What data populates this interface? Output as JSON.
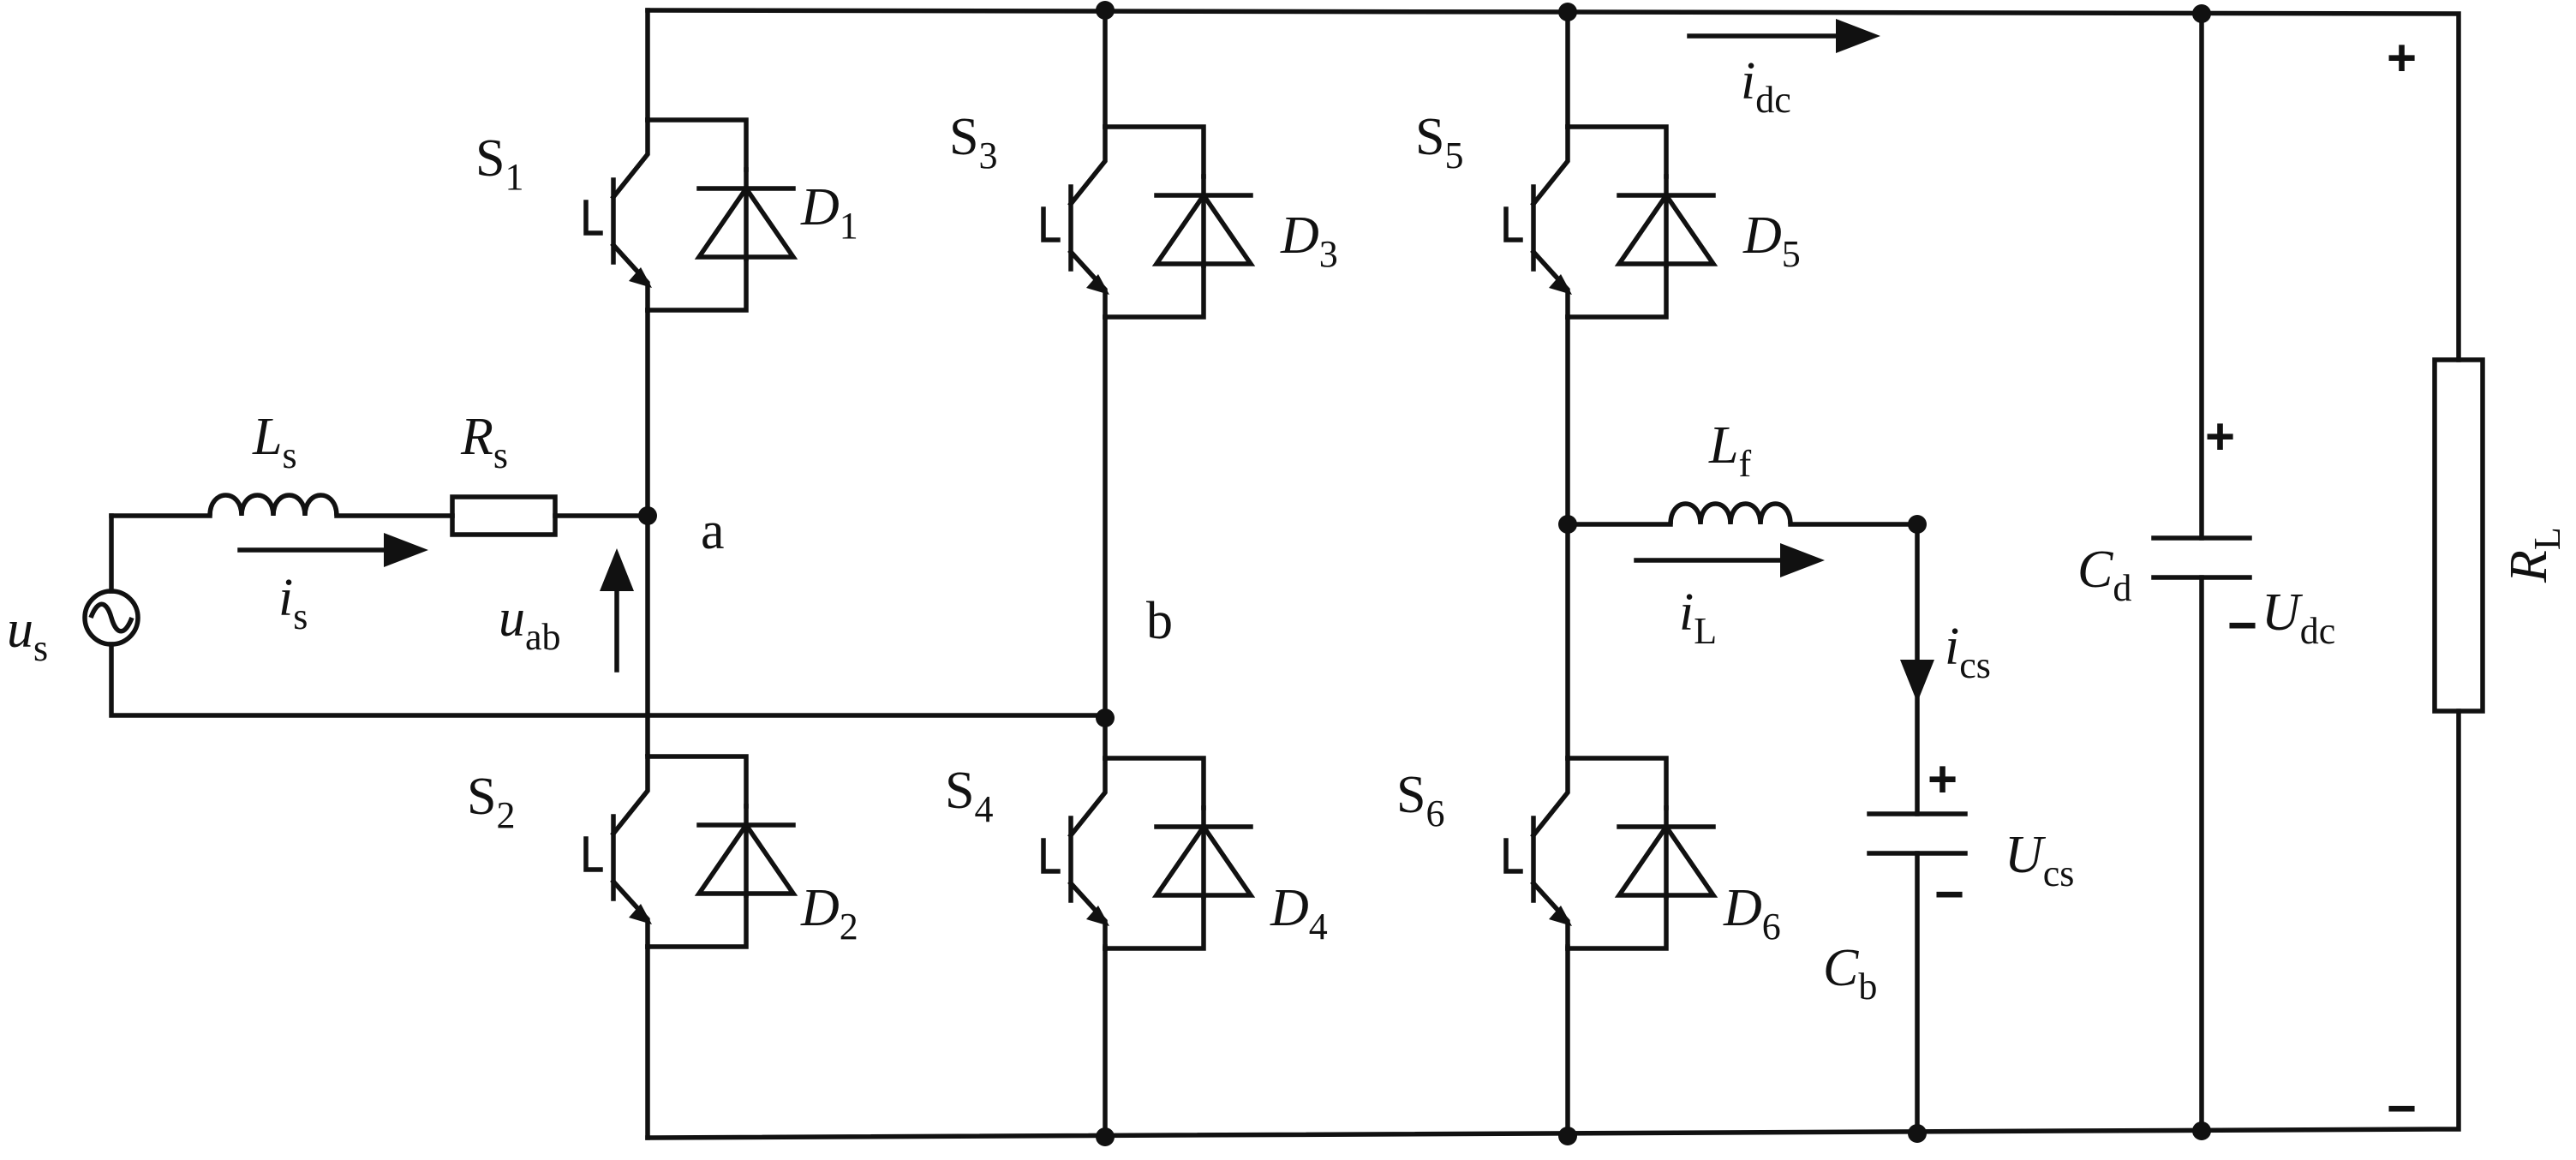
{
  "components": {
    "switches": [
      {
        "id": "S1",
        "base": "S",
        "sub": "1"
      },
      {
        "id": "S2",
        "base": "S",
        "sub": "2"
      },
      {
        "id": "S3",
        "base": "S",
        "sub": "3"
      },
      {
        "id": "S4",
        "base": "S",
        "sub": "4"
      },
      {
        "id": "S5",
        "base": "S",
        "sub": "5"
      },
      {
        "id": "S6",
        "base": "S",
        "sub": "6"
      }
    ],
    "diodes": [
      {
        "id": "D1",
        "base": "D",
        "sub": "1"
      },
      {
        "id": "D2",
        "base": "D",
        "sub": "2"
      },
      {
        "id": "D3",
        "base": "D",
        "sub": "3"
      },
      {
        "id": "D4",
        "base": "D",
        "sub": "4"
      },
      {
        "id": "D5",
        "base": "D",
        "sub": "5"
      },
      {
        "id": "D6",
        "base": "D",
        "sub": "6"
      }
    ],
    "source": {
      "base": "u",
      "sub": "s"
    },
    "source_inductor": {
      "base": "L",
      "sub": "s"
    },
    "source_resistor": {
      "base": "R",
      "sub": "s"
    },
    "filter_inductor": {
      "base": "L",
      "sub": "f"
    },
    "dc_capacitor": {
      "base": "C",
      "sub": "d"
    },
    "buffer_capacitor": {
      "base": "C",
      "sub": "b"
    },
    "load_resistor": {
      "base": "R",
      "sub": "L"
    }
  },
  "nodes": {
    "a": "a",
    "b": "b"
  },
  "signals": {
    "is": {
      "base": "i",
      "sub": "s"
    },
    "uab": {
      "base": "u",
      "sub": "ab"
    },
    "idc": {
      "base": "i",
      "sub": "dc"
    },
    "iL": {
      "base": "i",
      "sub": "L"
    },
    "ics": {
      "base": "i",
      "sub": "cs"
    },
    "Udc": {
      "base": "U",
      "sub": "dc"
    },
    "Ucs": {
      "base": "U",
      "sub": "cs"
    }
  },
  "polarity": {
    "plus": "+",
    "minus": "−"
  },
  "colors": {
    "stroke": "#111111",
    "background": "#ffffff"
  }
}
